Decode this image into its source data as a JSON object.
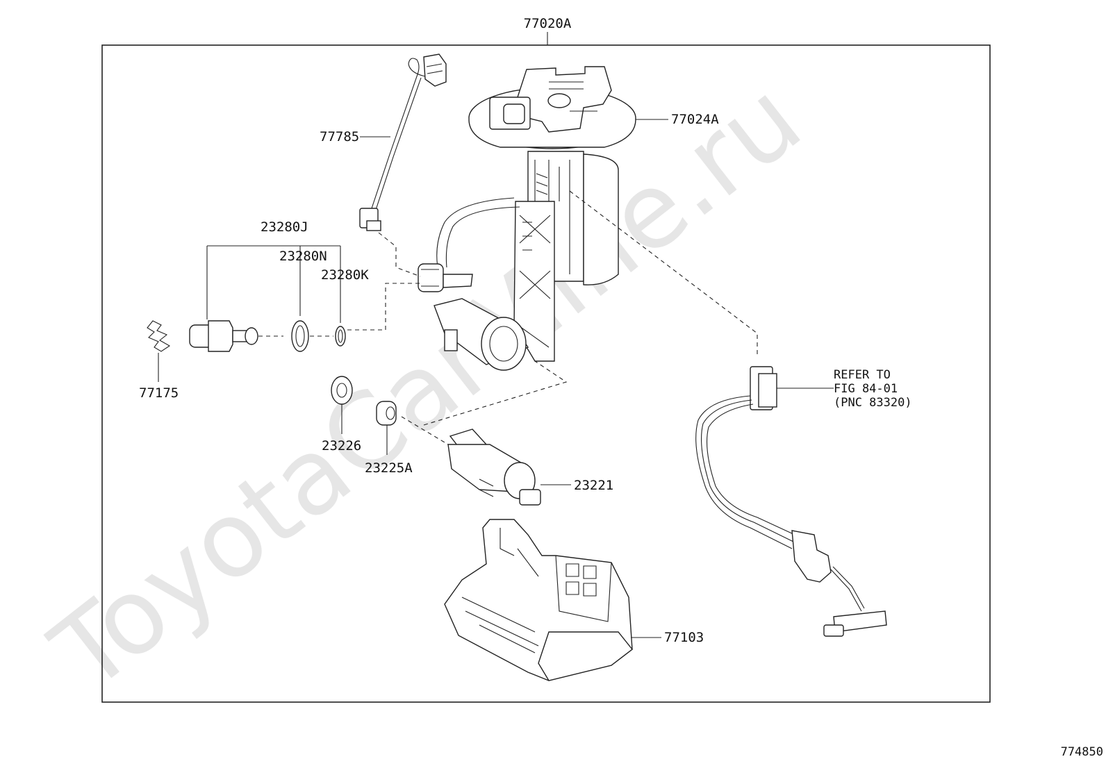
{
  "assembly_label": "77020A",
  "watermark": "ToyotaCarMine.ru",
  "figure_number": "774850",
  "parts": {
    "p77024A": "77024A",
    "p77785": "77785",
    "p23280J": "23280J",
    "p23280N": "23280N",
    "p23280K": "23280K",
    "p77175": "77175",
    "p23226": "23226",
    "p23225A": "23225A",
    "p23221": "23221",
    "p77103": "77103"
  },
  "reference_note": {
    "line1": "REFER TO",
    "line2": "FIG 84-01",
    "line3": "(PNC 83320)"
  }
}
